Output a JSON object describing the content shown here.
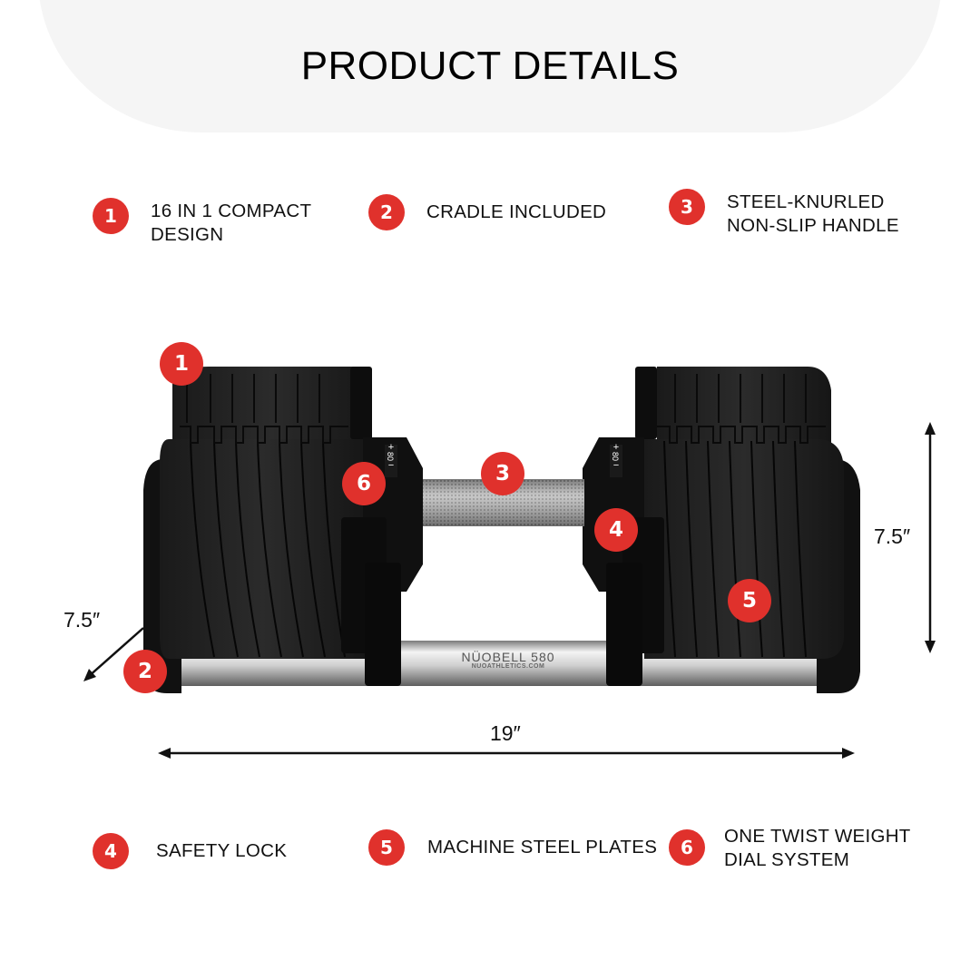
{
  "header": {
    "title": "PRODUCT DETAILS"
  },
  "colors": {
    "accent": "#e0312c",
    "header_bg": "#f5f5f5"
  },
  "features_top": [
    {
      "number": "1",
      "label": "16 IN 1 COMPACT\nDESIGN"
    },
    {
      "number": "2",
      "label": "CRADLE INCLUDED"
    },
    {
      "number": "3",
      "label": "STEEL-KNURLED\nNON-SLIP HANDLE"
    }
  ],
  "features_bottom": [
    {
      "number": "4",
      "label": "SAFETY LOCK"
    },
    {
      "number": "5",
      "label": "MACHINE STEEL PLATES"
    },
    {
      "number": "6",
      "label": "ONE TWIST WEIGHT\nDIAL SYSTEM"
    }
  ],
  "product": {
    "brand_text": "NÜOBELL 580",
    "website_text": "NUOATHLETICS.COM",
    "dial_value": "80",
    "dial_plus": "+",
    "dial_minus": "−"
  },
  "image_markers": [
    "1",
    "2",
    "3",
    "4",
    "5",
    "6"
  ],
  "dimensions": {
    "depth": "7.5″",
    "height": "7.5″",
    "width": "19″"
  }
}
